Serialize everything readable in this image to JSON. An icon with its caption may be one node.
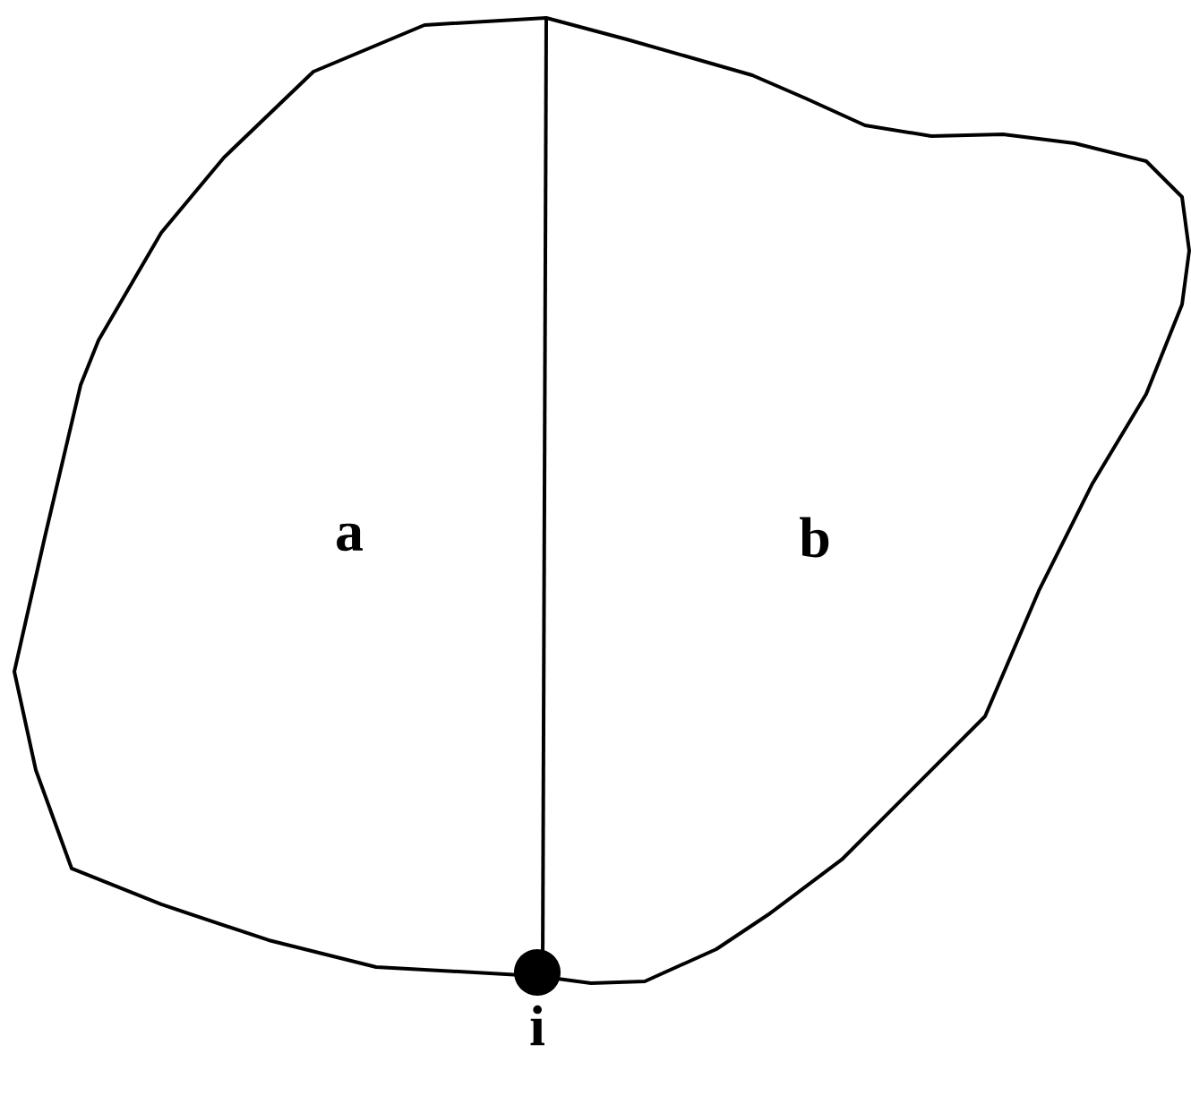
{
  "diagram": {
    "nodes": [
      {
        "text": [
          "a"
        ]
      },
      {
        "text": [
          "b"
        ]
      },
      {
        "text": [],
        "shape": "circle",
        "beside": [
          "i"
        ]
      }
    ]
  }
}
